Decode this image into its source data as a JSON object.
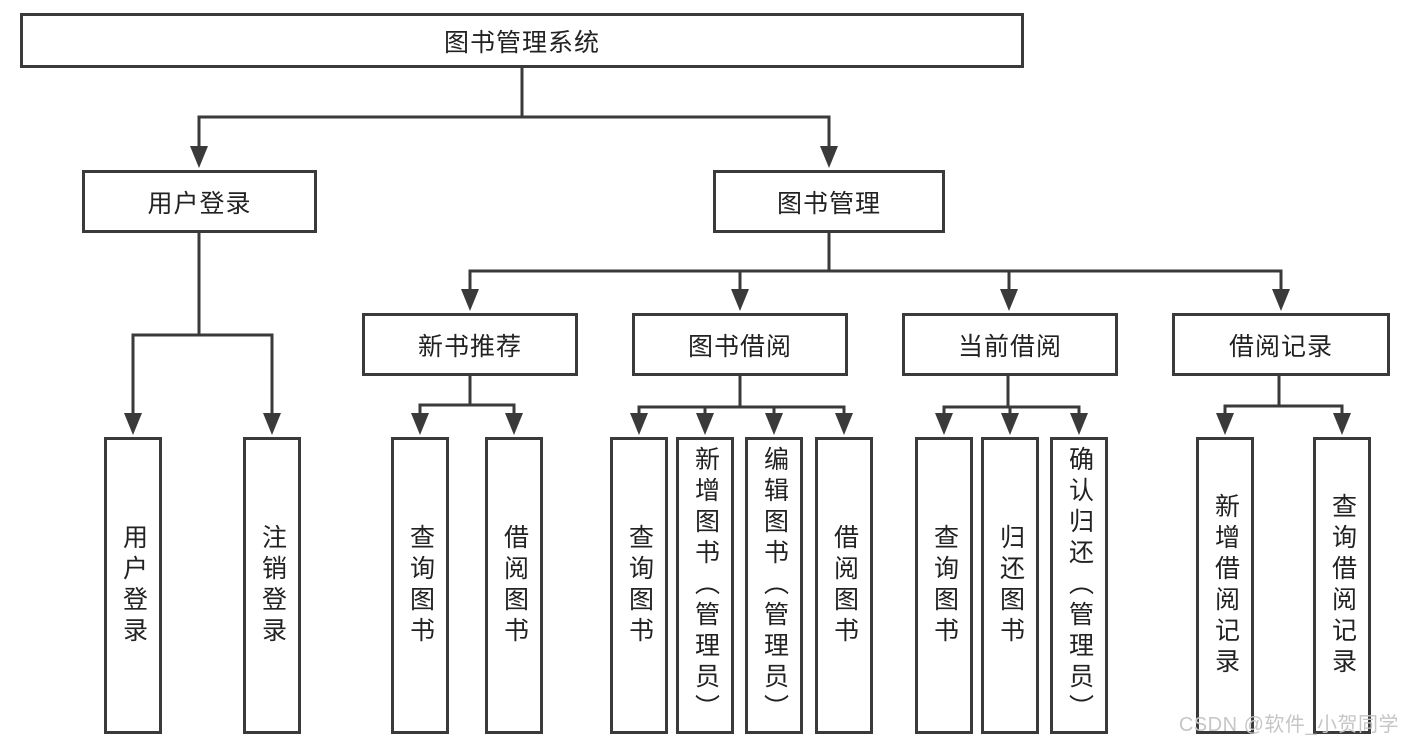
{
  "diagram_title": "图书管理系统",
  "colors": {
    "line": "#3a3a3a",
    "box_border": "#3a3a3a",
    "text": "#222222",
    "watermark_text": "#c6c6c6",
    "background": "#ffffff"
  },
  "tree": {
    "label": "图书管理系统",
    "children": [
      {
        "label": "用户登录",
        "children": [
          {
            "label": "用户登录"
          },
          {
            "label": "注销登录"
          }
        ]
      },
      {
        "label": "图书管理",
        "children": [
          {
            "label": "新书推荐",
            "children": [
              {
                "label": "查询图书"
              },
              {
                "label": "借阅图书"
              }
            ]
          },
          {
            "label": "图书借阅",
            "children": [
              {
                "label": "查询图书"
              },
              {
                "label": "新增图书（管理员）"
              },
              {
                "label": "编辑图书（管理员）"
              },
              {
                "label": "借阅图书"
              }
            ]
          },
          {
            "label": "当前借阅",
            "children": [
              {
                "label": "查询图书"
              },
              {
                "label": "归还图书"
              },
              {
                "label": "确认归还（管理员）"
              }
            ]
          },
          {
            "label": "借阅记录",
            "children": [
              {
                "label": "新增借阅记录"
              },
              {
                "label": "查询借阅记录"
              }
            ]
          }
        ]
      }
    ]
  },
  "watermark": {
    "text": "CSDN @软件_小贺同学"
  }
}
